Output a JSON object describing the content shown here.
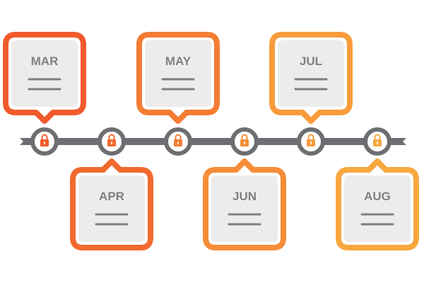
{
  "timeline": {
    "line_color": "#6d6e71",
    "box_fill": "#ececec",
    "text_color": "#808080",
    "milestones": [
      {
        "label": "MAR",
        "position": "top",
        "color": "#f15a2b",
        "icon": "lock-icon"
      },
      {
        "label": "APR",
        "position": "bottom",
        "color": "#f26a2e",
        "icon": "lock-icon"
      },
      {
        "label": "MAY",
        "position": "top",
        "color": "#f47c33",
        "icon": "lock-icon"
      },
      {
        "label": "JUN",
        "position": "bottom",
        "color": "#f68d37",
        "icon": "lock-icon"
      },
      {
        "label": "JUL",
        "position": "top",
        "color": "#f89c3b",
        "icon": "lock-icon"
      },
      {
        "label": "AUG",
        "position": "bottom",
        "color": "#f9a73f",
        "icon": "lock-icon"
      }
    ]
  }
}
